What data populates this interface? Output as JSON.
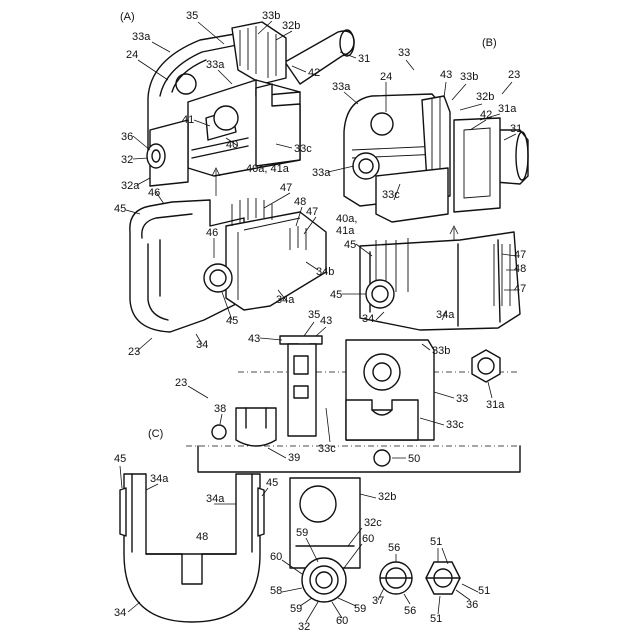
{
  "panels": {
    "A": "(A)",
    "B": "(B)",
    "C": "(C)"
  },
  "labels": {
    "A": {
      "n35": "35",
      "n33b": "33b",
      "n32b": "32b",
      "n33a_top": "33a",
      "n24": "24",
      "n33a_mid": "33a",
      "n31": "31",
      "n42": "42",
      "n41": "41",
      "n40": "40",
      "n36": "36",
      "n33c": "33c",
      "n32": "32",
      "n32a": "32a",
      "n40a41a": "40a, 41a",
      "n46_l": "46",
      "n45_l": "45",
      "n47_a": "47",
      "n48": "48",
      "n47_b": "47",
      "n46_c": "46",
      "n34b": "34b",
      "n34a": "34a",
      "n45_b": "45",
      "n34": "34",
      "n23": "23"
    },
    "B": {
      "n33": "33",
      "n23": "23",
      "n33a": "33a",
      "n24": "24",
      "n43": "43",
      "n33b": "33b",
      "n32b": "32b",
      "n31a": "31a",
      "n42": "42",
      "n31": "31",
      "n33a_l": "33a",
      "n33c": "33c",
      "n40a": "40a,",
      "n41a": "41a",
      "n45_l": "45",
      "n47_a": "47",
      "n48": "48",
      "n47_b": "47",
      "n45_b": "45",
      "n34": "34",
      "n34a": "34a"
    },
    "exploded": {
      "n43_l": "43",
      "n35": "35",
      "n43_r": "43",
      "n33b": "33b",
      "n23": "23",
      "n31a": "31a",
      "n38": "38",
      "n33": "33",
      "n33c_l": "33c",
      "n33c_r": "33c",
      "n39": "39",
      "n50": "50"
    },
    "C": {
      "n45_l": "45",
      "n34a_l": "34a",
      "n34a_m": "34a",
      "n45_m": "45",
      "n32b": "32b",
      "n48": "48",
      "n59_t": "59",
      "n32c": "32c",
      "n60_l": "60",
      "n60_r": "60",
      "n56": "56",
      "n51_t": "51",
      "n58": "58",
      "n59_l": "59",
      "n59_r": "59",
      "n37": "37",
      "n56_b": "56",
      "n36": "36",
      "n51_r": "51",
      "n51_b": "51",
      "n34": "34",
      "n32": "32",
      "n60_b": "60"
    }
  }
}
